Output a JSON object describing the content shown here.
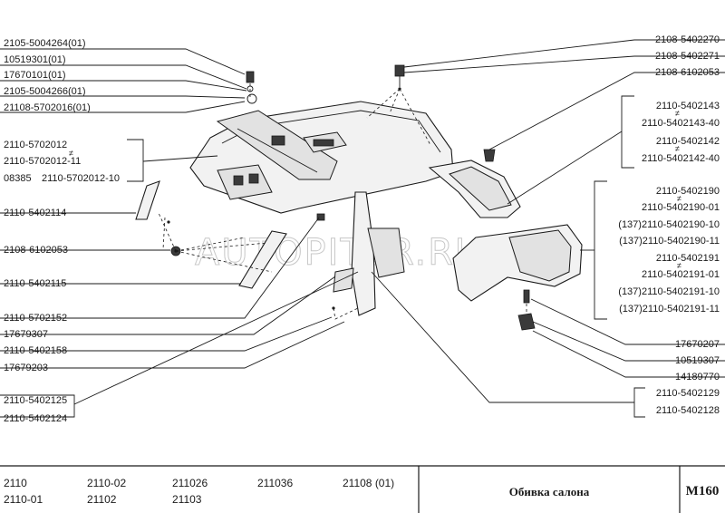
{
  "left_labels": [
    "2105-5004264(01)",
    "10519301(01)",
    "17670101(01)",
    "2105-5004266(01)",
    "21108-5702016(01)",
    "2110-5702012",
    "2110-5702012-11",
    "08385",
    "2110-5702012-10",
    "2110-5402114",
    "2108-6102053",
    "2110-5402115",
    "2110-5702152",
    "17679307",
    "2110-5402158",
    "17679203",
    "2110-5402125",
    "2110-5402124"
  ],
  "right_labels": [
    "2108-5402270",
    "2108-5402271",
    "2108-6102053",
    "2110-5402143",
    "2110-5402143-40",
    "2110-5402142",
    "2110-5402142-40",
    "2110-5402190",
    "2110-5402190-01",
    "(137)2110-5402190-10",
    "(137)2110-5402190-11",
    "2110-5402191",
    "2110-5402191-01",
    "(137)2110-5402191-10",
    "(137)2110-5402191-11",
    "17670207",
    "10519307",
    "14189770",
    "2110-5402129",
    "2110-5402128"
  ],
  "neq_symbol": "≠",
  "watermark": "AUTOPITER.RU",
  "title_block": {
    "models": [
      "2110",
      "2110-02",
      "211026",
      "211036",
      "21108 (01)",
      "2110-01",
      "21102",
      "21103"
    ],
    "title": "Обивка салона",
    "code": "M160"
  }
}
